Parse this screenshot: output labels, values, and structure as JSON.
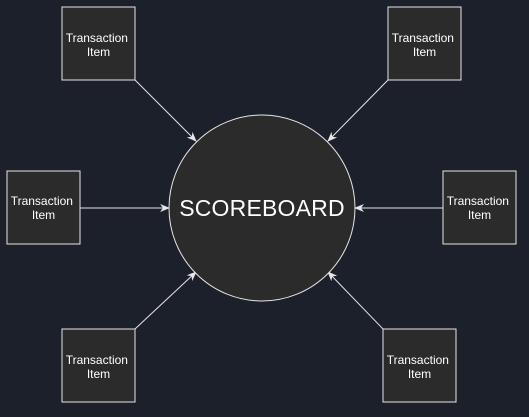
{
  "colors": {
    "background": "#1c202b",
    "node_fill": "#2b2b2b",
    "stroke": "#e6e6e6",
    "text": "#ffffff"
  },
  "center": {
    "label": "SCOREBOARD"
  },
  "nodes": [
    {
      "line1": "Transaction",
      "line2": "Item"
    },
    {
      "line1": "Transaction",
      "line2": "Item"
    },
    {
      "line1": "Transaction",
      "line2": "Item"
    },
    {
      "line1": "Transaction",
      "line2": "Item"
    },
    {
      "line1": "Transaction",
      "line2": "Item"
    },
    {
      "line1": "Transaction",
      "line2": "Item"
    }
  ]
}
